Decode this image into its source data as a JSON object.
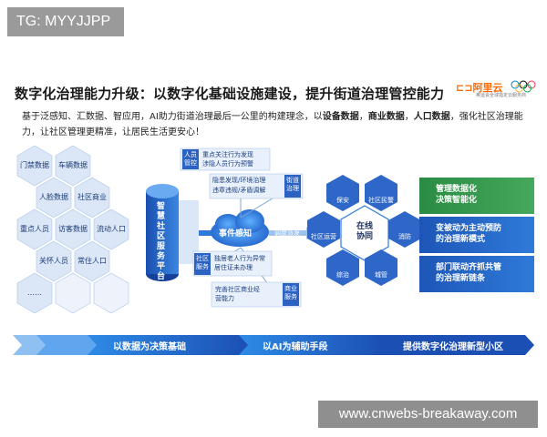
{
  "watermark_top": "TG: MYYJJPP",
  "watermark_bottom": "www.cnwebs-breakaway.com",
  "title": "数字化治理能力升级：以数字化基础设施建设，提升街道治理管控能力",
  "logo": {
    "brand": "阿里云",
    "tagline": "奥运会全球指定云服务商"
  },
  "intro": {
    "part1": "基于泛感知、汇数据、智应用，AI助力街道治理最后一公里的构建理念，以",
    "bold1": "设备数据",
    "sep1": "，",
    "bold2": "商业数据",
    "sep2": "，",
    "bold3": "人口数据",
    "part2": "，强化社区治理能力，让社区管理更精准，让居民生活更安心！"
  },
  "left_hexes": [
    "门禁数据",
    "车辆数据",
    "人脸数据",
    "社区商业",
    "重点人员",
    "访客数据",
    "流动人口",
    "关怀人员",
    "常住人口",
    "……"
  ],
  "platform_label": "智慧社区服务平台",
  "event_label": "事件感知",
  "dispatch_label": "调度派发",
  "flow_items": {
    "personnel_box": "人员管控",
    "personnel_lines": [
      "重点关注行为发现",
      "涉隐人员行为预警"
    ],
    "street_box": "街道治理",
    "street_lines": [
      "隐患发现/环境治理",
      "违章违规/矛盾调解"
    ],
    "service_box": "社区服务",
    "service_lines": [
      "独居老人行为异常",
      "居住证未办理"
    ],
    "commerce_box": "商业服务",
    "commerce_lines": [
      "完善社区商业经",
      "营能力"
    ]
  },
  "right_hexes": {
    "center": "在线协同",
    "items": [
      "保安",
      "社区民警",
      "社区运营",
      "消防",
      "综治",
      "城管"
    ]
  },
  "right_boxes": [
    "管理数据化\n决策智能化",
    "变被动为主动预防\n的治理新模式",
    "部门联动齐抓共管\n的治理新链条"
  ],
  "bottom_arrows": [
    "以数据为决策基础",
    "以AI为辅助手段",
    "提供数字化治理新型小区"
  ],
  "colors": {
    "primary": "#1d56b7",
    "light_hex": "#dbe7f7",
    "orange": "#ff6a00",
    "green": "#2a8b44"
  }
}
